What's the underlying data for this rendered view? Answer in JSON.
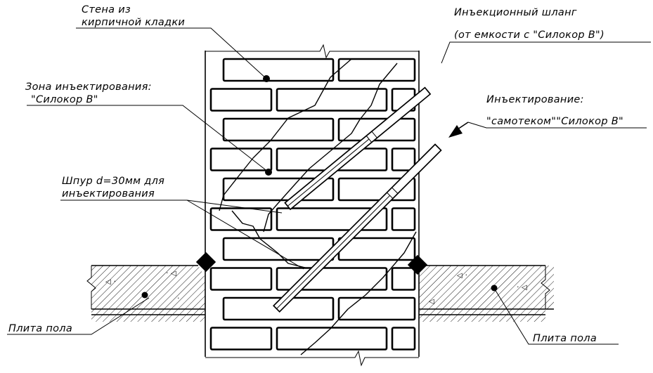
{
  "labels": {
    "wall": [
      "Стена из",
      "кирпичной кладки"
    ],
    "zone": [
      "Зона инъектирования:",
      "\"Силокор В\""
    ],
    "bore": [
      "Шпур d=30мм для",
      "инъектирования"
    ],
    "hose": [
      "Инъекционный шланг",
      "(от емкости с \"Силокор В\")"
    ],
    "gravity": [
      "Инъектирование:",
      "\"самотеком\"\"Силокор В\""
    ],
    "slab_left": "Плита пола",
    "slab_right": "Плита пола"
  },
  "colors": {
    "ink": "#000000",
    "paper": "#ffffff"
  }
}
